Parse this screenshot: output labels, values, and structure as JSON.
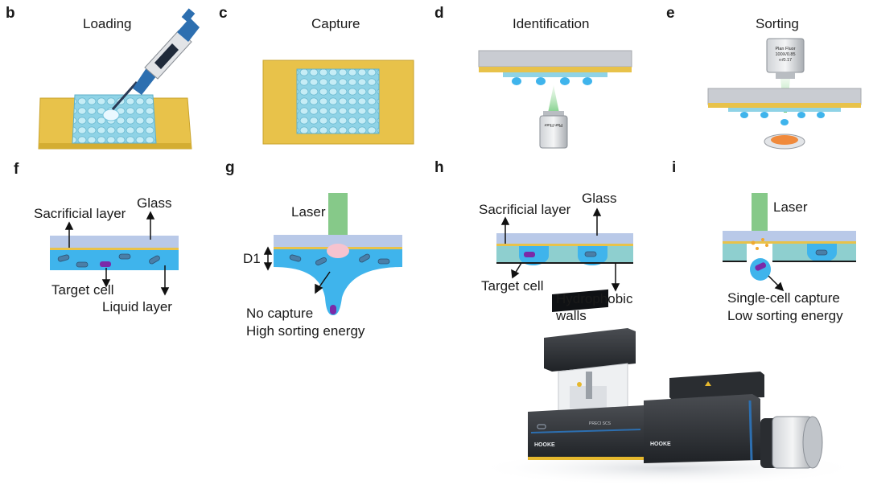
{
  "panels": {
    "b": {
      "letter": "b",
      "title": "Loading"
    },
    "c": {
      "letter": "c",
      "title": "Capture"
    },
    "d": {
      "letter": "d",
      "title": "Identification"
    },
    "e": {
      "letter": "e",
      "title": "Sorting"
    },
    "f": {
      "letter": "f",
      "labels": {
        "sacrificial": "Sacrificial layer",
        "glass": "Glass",
        "target": "Target cell",
        "liquid": "Liquid layer"
      }
    },
    "g": {
      "letter": "g",
      "labels": {
        "laser": "Laser",
        "d1": "D1",
        "no_capture": "No capture",
        "high_energy": "High sorting energy"
      }
    },
    "h": {
      "letter": "h",
      "labels": {
        "sacrificial": "Sacrificial layer",
        "glass": "Glass",
        "target": "Target cell",
        "hydrophobic": "Hydrophobic",
        "walls": "walls"
      }
    },
    "i": {
      "letter": "i",
      "labels": {
        "laser": "Laser",
        "single": "Single-cell capture",
        "low_energy": "Low sorting energy"
      }
    }
  },
  "objective_text": {
    "line1": "Plan Fluor",
    "line2": "100X/0.85",
    "line3": "∞/0.17"
  },
  "instrument": {
    "main_label": "PRECI SCS",
    "brand_left": "HOOKE",
    "brand_right": "HOOKE"
  },
  "colors": {
    "gold": "#e8c24a",
    "chip_blue": "#8fd3e6",
    "glass_blue": "#b9c9e8",
    "liquid_blue": "#3fb4ec",
    "cell": "#4a7fa8",
    "target": "#7b2aa8",
    "laser_green": "#86c989",
    "wall_teal": "#8ecfcf"
  }
}
